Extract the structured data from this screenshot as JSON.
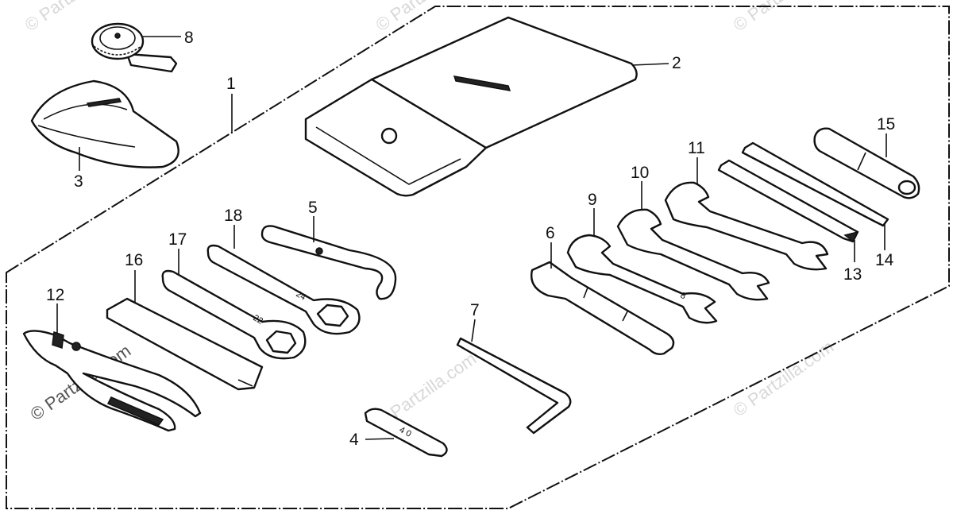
{
  "watermark": "© Partzilla.com",
  "callouts": {
    "c1": "1",
    "c2": "2",
    "c3": "3",
    "c4": "4",
    "c5": "5",
    "c6": "6",
    "c7": "7",
    "c8": "8",
    "c9": "9",
    "c10": "10",
    "c11": "11",
    "c12": "12",
    "c13": "13",
    "c14": "14",
    "c15": "15",
    "c16": "16",
    "c17": "17",
    "c18": "18"
  },
  "stamps": {
    "spanner_22": "22",
    "spanner_24": "24",
    "wrench_8": "8",
    "feeler": "4 0"
  }
}
